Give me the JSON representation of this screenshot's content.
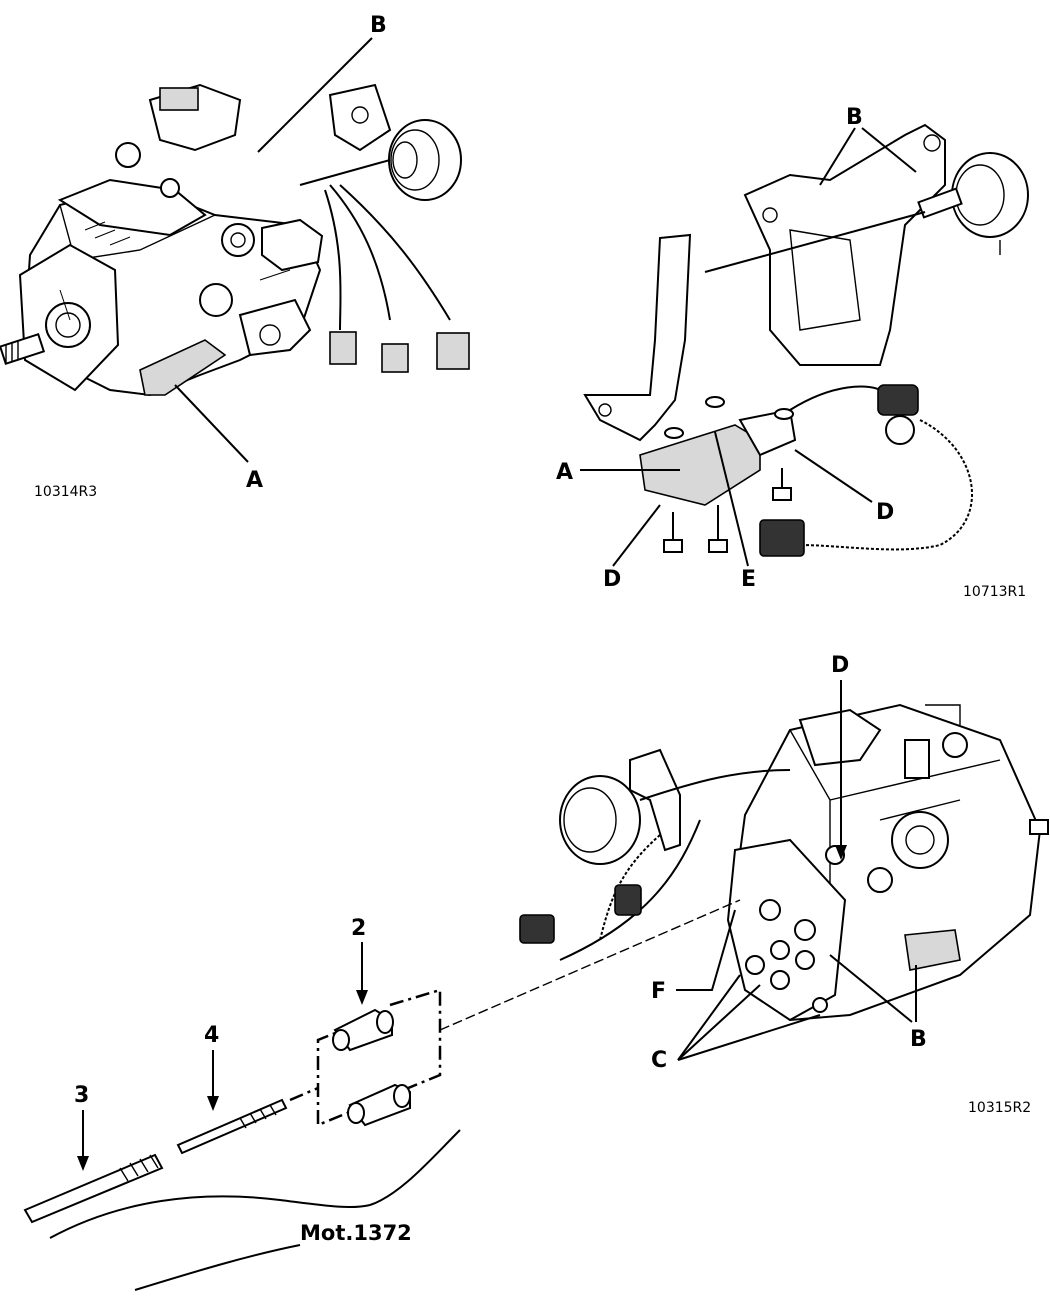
{
  "figure_top_left": {
    "ref_code": "10314R3",
    "labels": {
      "a": "A",
      "b": "B"
    }
  },
  "figure_top_right": {
    "ref_code": "10713R1",
    "labels": {
      "a": "A",
      "b": "B",
      "d_left": "D",
      "d_right": "D",
      "e": "E"
    }
  },
  "figure_bottom": {
    "ref_code": "10315R2",
    "labels": {
      "b": "B",
      "c": "C",
      "d": "D",
      "f": "F",
      "n2": "2",
      "n3": "3",
      "n4": "4"
    },
    "tool_name": "Mot.1372"
  }
}
